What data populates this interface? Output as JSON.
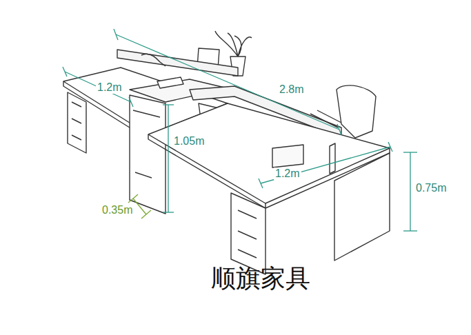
{
  "diagram": {
    "labels": [
      "1.2m",
      "2.8m",
      "1.05m",
      "1.2m",
      "0.75m",
      "0.35m",
      "顺旗家具"
    ]
  }
}
